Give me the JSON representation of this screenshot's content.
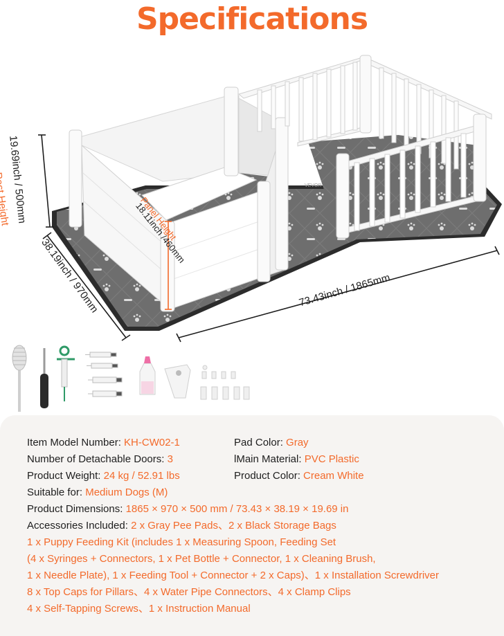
{
  "title": "Specifications",
  "product": {
    "brand": "VEVOR",
    "dimensions": {
      "post_height_label": "Post Height",
      "post_height_value": "19.69inch / 500mm",
      "panel_height_label": "Panel Height",
      "panel_height_value": "18.11inch /460mm",
      "width_value": "38.19inch / 970mm",
      "length_value": "73.43inch / 1865mm"
    }
  },
  "specs": {
    "model": {
      "label": "Item Model Number: ",
      "value": "KH-CW02-1"
    },
    "doors": {
      "label": "Number of Detachable Doors: ",
      "value": "3"
    },
    "weight": {
      "label": "Product Weight: ",
      "value": "24 kg / 52.91 lbs"
    },
    "suitable": {
      "label": "Suitable for: ",
      "value": "Medium Dogs (M)"
    },
    "dimensions": {
      "label": "Product Dimensions: ",
      "value": "1865 × 970 × 500 mm / 73.43 × 38.19 × 19.69 in"
    },
    "pad_color": {
      "label": "Pad Color: ",
      "value": "Gray"
    },
    "material": {
      "label": "lMain Material: ",
      "value": "PVC Plastic"
    },
    "color": {
      "label": "Product Color: ",
      "value": "Cream White"
    },
    "accessories_label": "Accessories Included: ",
    "accessories_lines": [
      "2 x Gray Pee Pads、2 x Black Storage Bags",
      "1 x Puppy Feeding Kit (includes 1 x Measuring Spoon, Feeding Set",
      "(4 x Syringes + Connectors, 1 x Pet Bottle + Connector, 1 x Cleaning Brush,",
      "1 x Needle Plate), 1 x Feeding Tool + Connector + 2 x Caps)、1 x Installation Screwdriver",
      "8 x Top Caps for Pillars、4 x Water Pipe Connectors、4 x Clamp Clips",
      "4 x Self-Tapping Screws、1 x Instruction Manual"
    ]
  }
}
